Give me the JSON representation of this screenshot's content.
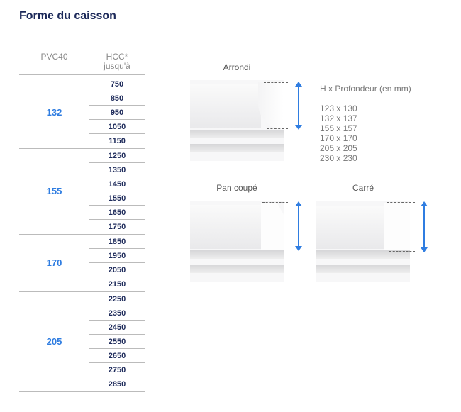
{
  "title": "Forme du caisson",
  "table": {
    "col1_header": "PVC40",
    "col2_header_line1": "HCC*",
    "col2_header_line2": "jusqu'à",
    "groups": [
      {
        "value": "132",
        "rows": [
          "750",
          "850",
          "950",
          "1050",
          "1150"
        ]
      },
      {
        "value": "155",
        "rows": [
          "1250",
          "1350",
          "1450",
          "1550",
          "1650",
          "1750"
        ]
      },
      {
        "value": "170",
        "rows": [
          "1850",
          "1950",
          "2050",
          "2150"
        ]
      },
      {
        "value": "205",
        "rows": [
          "2250",
          "2350",
          "2450",
          "2550",
          "2650",
          "2750",
          "2850"
        ]
      }
    ]
  },
  "shapes": {
    "arrondi": "Arrondi",
    "pan_coupe": "Pan coupé",
    "carre": "Carré"
  },
  "dimensions": {
    "header": "H x Profondeur (en mm)",
    "values": [
      "123 x 130",
      "132 x 137",
      "155 x 157",
      "170 x 170",
      "205 x 205",
      "230 x 230"
    ]
  },
  "colors": {
    "accent": "#2f7de1",
    "navy": "#1d2a5a"
  }
}
